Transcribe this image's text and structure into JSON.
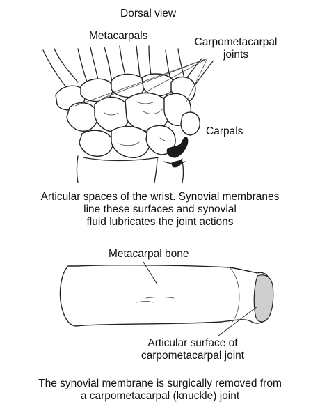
{
  "top_figure": {
    "view_label": "Dorsal view",
    "label_metacarpals": "Metacarpals",
    "label_cmc_line1": "Carpometacarpal",
    "label_cmc_line2": "joints",
    "label_carpals": "Carpals",
    "caption_lines": [
      "Articular spaces of the wrist. Synovial membranes",
      "line these surfaces and synovial",
      "fluid lubricates the joint actions"
    ]
  },
  "bottom_figure": {
    "label_bone": "Metacarpal bone",
    "label_surface_line1": "Articular surface of",
    "label_surface_line2": "carpometacarpal joint",
    "caption_lines": [
      "The synovial membrane is surgically removed from",
      "a carpometacarpal (knuckle) joint"
    ]
  },
  "colors": {
    "line": "#222222",
    "articular_surface": "#cfcfcf",
    "joint_space": "#1a1a1a"
  }
}
